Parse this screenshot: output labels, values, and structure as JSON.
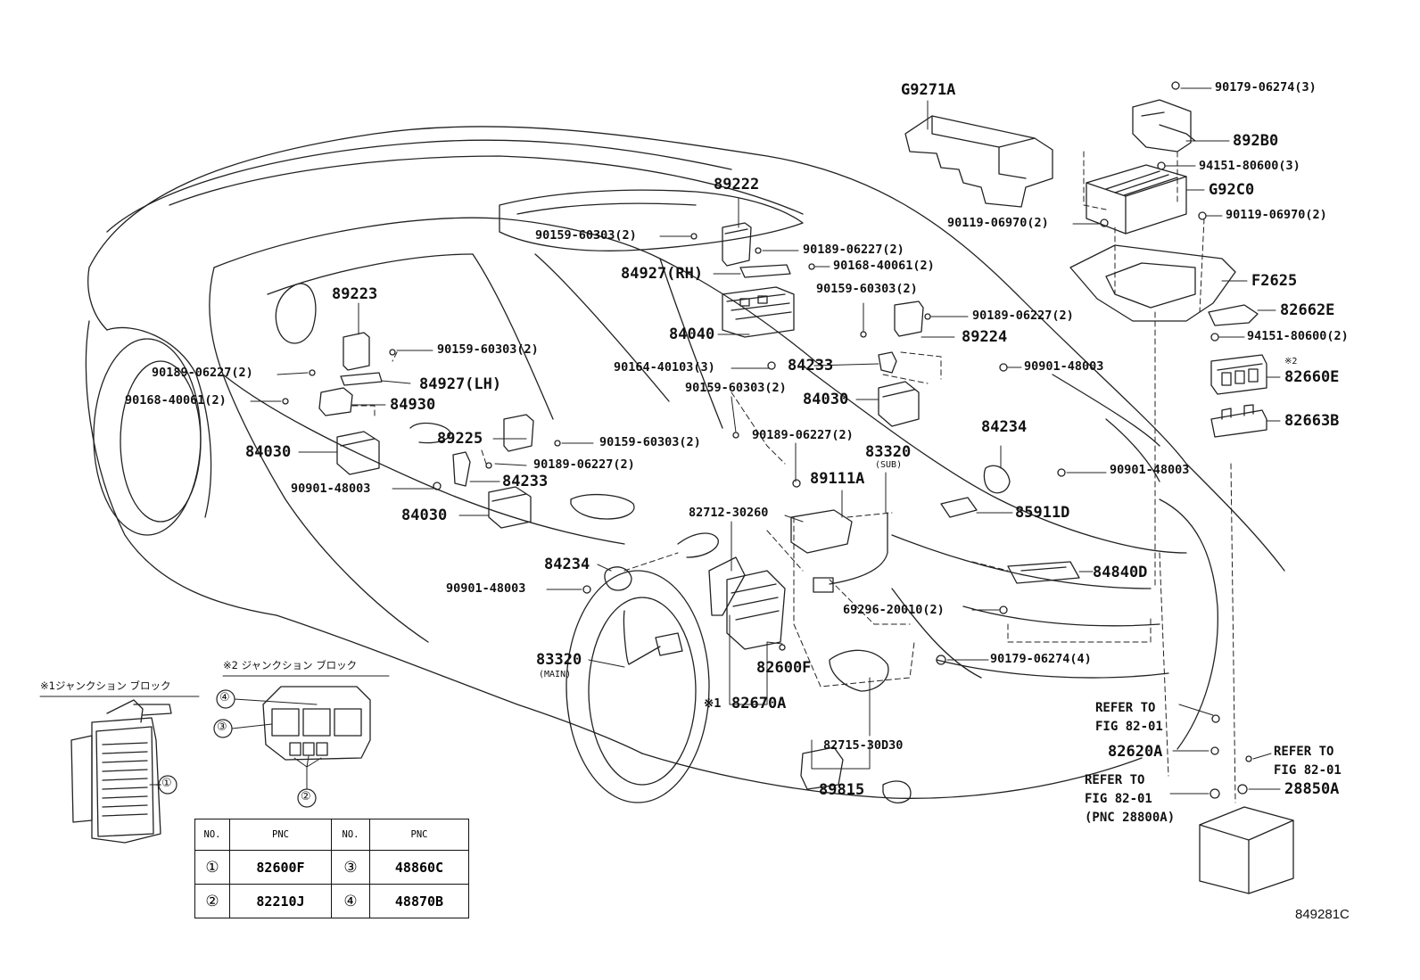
{
  "diagram_code": "849281C",
  "labels": {
    "g9271a": "G9271A",
    "n90179_a": "90179-06274(3)",
    "n892b0": "892B0",
    "n94151_a": "94151-80600(3)",
    "g92c0": "G92C0",
    "n90119_l": "90119-06970(2)",
    "n90119_r": "90119-06970(2)",
    "f2625": "F2625",
    "n82662e": "82662E",
    "n94151_b": "94151-80600(2)",
    "mark2": "※2",
    "n82660e": "82660E",
    "n82663b": "82663B",
    "n89222": "89222",
    "n90159_top": "90159-60303(2)",
    "n90189_top": "90189-06227(2)",
    "n84927rh": "84927(RH)",
    "n90168_top": "90168-40061(2)",
    "n90159_mid": "90159-60303(2)",
    "n84040": "84040",
    "n90189_mid": "90189-06227(2)",
    "n89224": "89224",
    "n90164": "90164-40103(3)",
    "n84233_r": "84233",
    "n90901_r1": "90901-48003",
    "n90159_c": "90159-60303(2)",
    "n84030_r": "84030",
    "n89223": "89223",
    "n90159_l": "90159-60303(2)",
    "n90189_l": "90189-06227(2)",
    "n84927lh": "84927(LH)",
    "n90168_l": "90168-40061(2)",
    "n84930": "84930",
    "n89225": "89225",
    "n90159_lc": "90159-60303(2)",
    "n90189_lc": "90189-06227(2)",
    "n84030_l": "84030",
    "n84233_l": "84233",
    "n90901_l": "90901-48003",
    "n84030_l2": "84030",
    "n90189_c": "90189-06227(2)",
    "n84234_r": "84234",
    "n83320sub": "83320",
    "sub": "(SUB)",
    "n90901_r2": "90901-48003",
    "n89111a": "89111A",
    "n85911d": "85911D",
    "n82712": "82712-30260",
    "n84234_l": "84234",
    "n84840d": "84840D",
    "n90901_l2": "90901-48003",
    "n69296": "69296-20010(2)",
    "n83320main": "83320",
    "main": "(MAIN)",
    "n90179_b": "90179-06274(4)",
    "n82600f": "82600F",
    "mark1": "※1",
    "n82670a": "82670A",
    "n82715": "82715-30D30",
    "n89815": "89815",
    "refer1": "REFER TO\nFIG 82-01",
    "n82620a": "82620A",
    "refer2": "REFER TO\nFIG 82-01",
    "refer3": "REFER TO\nFIG 82-01\n(PNC 28800A)",
    "n28850a": "28850A",
    "jb1_title": "※1ジャンクション ブロック",
    "jb2_title": "※2 ジャンクション ブロック",
    "c1": "①",
    "c2": "②",
    "c3": "③",
    "c4": "④"
  },
  "table": {
    "headers": [
      "NO.",
      "PNC",
      "NO.",
      "PNC"
    ],
    "rows": [
      [
        "①",
        "82600F",
        "③",
        "48860C"
      ],
      [
        "②",
        "82210J",
        "④",
        "48870B"
      ]
    ]
  }
}
